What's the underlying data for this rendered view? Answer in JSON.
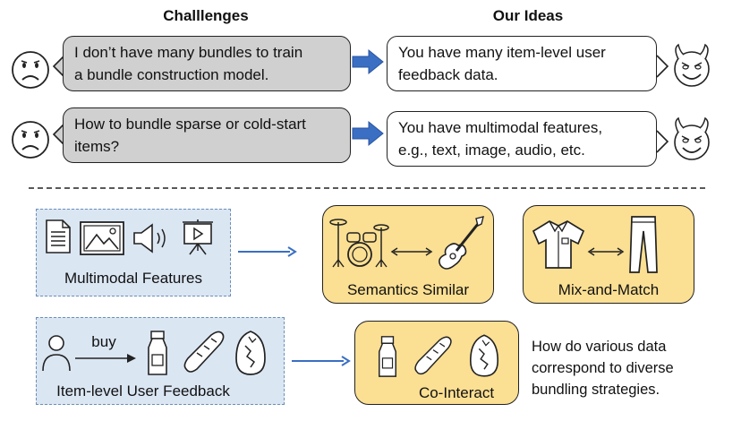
{
  "headings": {
    "challenges": "Challlenges",
    "ideas": "Our Ideas"
  },
  "challenges": [
    {
      "text": "I don’t have many bundles to train\na bundle construction model."
    },
    {
      "text": "How to bundle sparse or cold-start\nitems?"
    }
  ],
  "ideas": [
    {
      "text": "You have many item-level user\nfeedback data."
    },
    {
      "text": "You have multimodal features,\ne.g., text, image, audio, etc."
    }
  ],
  "bottom": {
    "multimodal_label": "Multimodal Features",
    "feedback_label": "Item-level User Feedback",
    "buy_label": "buy",
    "semantics_label": "Semantics Similar",
    "mix_label": "Mix-and-Match",
    "cointeract_label": "Co-Interact",
    "question": "How do various data\ncorrespond to diverse\nbundling strategies."
  },
  "colors": {
    "blue_arrow": "#3a6fc4",
    "panel_fill": "#dbe6f3",
    "yellow_fill": "#fbdf93",
    "gray_bubble": "#d0d0d0"
  },
  "icons": [
    "sad-face-icon",
    "devil-smile-icon",
    "document-icon",
    "image-icon",
    "speaker-icon",
    "presentation-icon",
    "drum-kit-icon",
    "guitar-icon",
    "shirt-icon",
    "pants-icon",
    "person-icon",
    "bottle-icon",
    "bread-icon",
    "broken-egg-icon"
  ]
}
